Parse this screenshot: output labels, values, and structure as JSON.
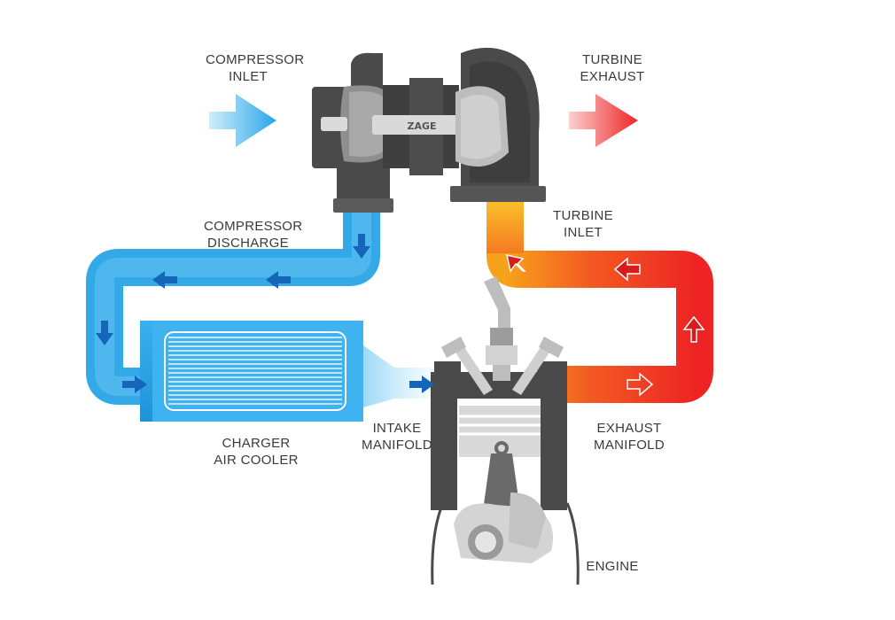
{
  "labels": {
    "compressor_inlet": [
      "COMPRESSOR",
      "INLET"
    ],
    "turbine_exhaust": [
      "TURBINE",
      "EXHAUST"
    ],
    "compressor_discharge": [
      "COMPRESSOR",
      "DISCHARGE"
    ],
    "turbine_inlet": [
      "TURBINE",
      "INLET"
    ],
    "charger_air_cooler": [
      "CHARGER",
      "AIR COOLER"
    ],
    "intake_manifold": [
      "INTAKE",
      "MANIFOLD"
    ],
    "exhaust_manifold": [
      "EXHAUST",
      "MANIFOLD"
    ],
    "engine": [
      "ENGINE"
    ]
  },
  "brand_text": "ZAGE",
  "colors": {
    "cold_air": "#2fa8e6",
    "cold_air_light": "#8fd3f4",
    "hot_exhaust": "#ee2424",
    "warm_exhaust": "#f7a21b",
    "metal_dark": "#4a4a4a",
    "metal_light": "#bdbdbd",
    "text": "#3a3a3a"
  },
  "icons": {
    "inlet_arrow": "arrow-right-icon",
    "exhaust_arrow": "arrow-right-icon",
    "flow_arrows": "arrow-icon"
  }
}
